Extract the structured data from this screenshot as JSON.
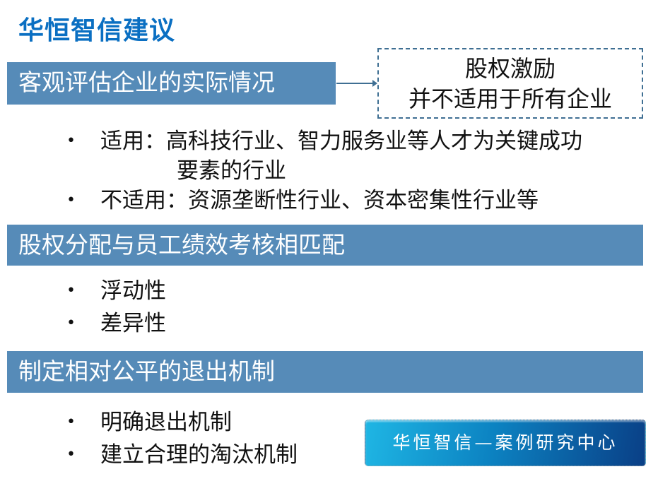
{
  "title": "华恒智信建议",
  "sections": [
    {
      "heading": "客观评估企业的实际情况",
      "items": [
        "适用：高科技行业、智力服务业等人才为关键成功",
        "要素的行业",
        "不适用：资源垄断性行业、资本密集性行业等"
      ]
    },
    {
      "heading": "股权分配与员工绩效考核相匹配",
      "items": [
        "浮动性",
        "差异性"
      ]
    },
    {
      "heading": "制定相对公平的退出机制",
      "items": [
        "明确退出机制",
        "建立合理的淘汰机制"
      ]
    }
  ],
  "note": {
    "line1": "股权激励",
    "line2": "并不适用于所有企业"
  },
  "badge": "华恒智信—案例研究中心",
  "colors": {
    "title": "#0a6fc2",
    "bar": "#568bb8"
  }
}
